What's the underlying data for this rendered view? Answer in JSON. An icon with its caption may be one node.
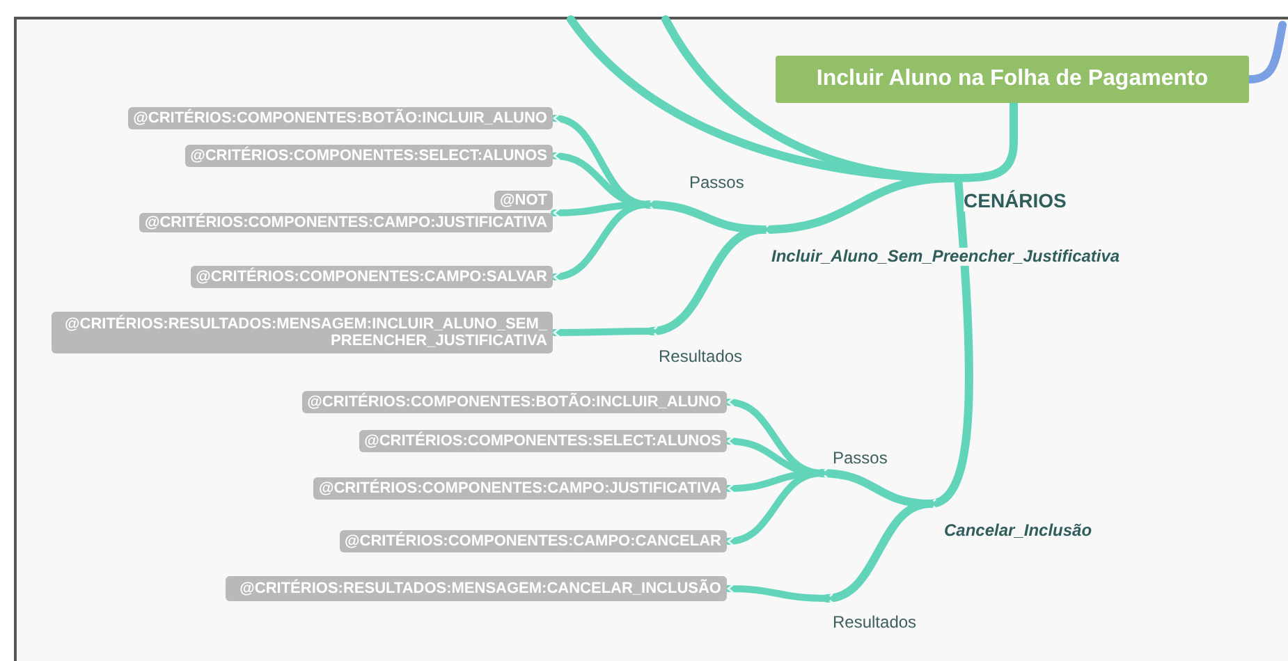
{
  "diagram": {
    "nodes": [
      {
        "text": [
          "Incluir Aluno na Folha de Pagamento"
        ]
      },
      {
        "text": [
          "CENÁRIOS"
        ]
      },
      {
        "text": [
          "Incluir_Aluno_Sem_Preencher_Justificativa"
        ]
      },
      {
        "text": [
          "Passos"
        ]
      },
      {
        "text": [
          "@CRITÉRIOS:COMPONENTES:BOTÃO:INCLUIR_ALUNO"
        ]
      },
      {
        "text": [
          "@CRITÉRIOS:COMPONENTES:SELECT:ALUNOS"
        ]
      },
      {
        "text": [
          "@NOT",
          "@CRITÉRIOS:COMPONENTES:CAMPO:JUSTIFICATIVA"
        ]
      },
      {
        "text": [
          "@CRITÉRIOS:COMPONENTES:CAMPO:SALVAR"
        ]
      },
      {
        "text": [
          "Resultados"
        ]
      },
      {
        "text": [
          "@CRITÉRIOS:RESULTADOS:MENSAGEM:INCLUIR_ALUNO_SEM_PREENCHER_JUSTIFICATIVA"
        ]
      },
      {
        "text": [
          "Cancelar_Inclusão"
        ]
      },
      {
        "text": [
          "Passos"
        ]
      },
      {
        "text": [
          "@CRITÉRIOS:COMPONENTES:BOTÃO:INCLUIR_ALUNO"
        ]
      },
      {
        "text": [
          "@CRITÉRIOS:COMPONENTES:SELECT:ALUNOS"
        ]
      },
      {
        "text": [
          "@CRITÉRIOS:COMPONENTES:CAMPO:JUSTIFICATIVA"
        ]
      },
      {
        "text": [
          "@CRITÉRIOS:COMPONENTES:CAMPO:CANCELAR"
        ]
      },
      {
        "text": [
          "Resultados"
        ]
      },
      {
        "text": [
          "@CRITÉRIOS:RESULTADOS:MENSAGEM:CANCELAR_INCLUSÃO"
        ]
      }
    ],
    "edges": [
      {
        "from": 0,
        "to": 1,
        "arrow": "to"
      },
      {
        "from": 1,
        "to": null,
        "arrow": "none"
      },
      {
        "from": 1,
        "to": null,
        "arrow": "none"
      },
      {
        "from": 0,
        "to": null,
        "arrow": "none",
        "color": "#7b9fe3"
      },
      {
        "from": 1,
        "to": 2,
        "arrow": "to"
      },
      {
        "from": 1,
        "to": 10,
        "arrow": "to"
      },
      {
        "from": 2,
        "to": 3,
        "arrow": "to"
      },
      {
        "from": 2,
        "to": 8,
        "arrow": "to"
      },
      {
        "from": 3,
        "to": 4,
        "arrow": "to"
      },
      {
        "from": 3,
        "to": 5,
        "arrow": "to"
      },
      {
        "from": 3,
        "to": 6,
        "arrow": "to"
      },
      {
        "from": 3,
        "to": 7,
        "arrow": "to"
      },
      {
        "from": 8,
        "to": 9,
        "arrow": "to"
      },
      {
        "from": 10,
        "to": 11,
        "arrow": "to"
      },
      {
        "from": 10,
        "to": 16,
        "arrow": "to"
      },
      {
        "from": 11,
        "to": 12,
        "arrow": "to"
      },
      {
        "from": 11,
        "to": 13,
        "arrow": "to"
      },
      {
        "from": 11,
        "to": 14,
        "arrow": "to"
      },
      {
        "from": 11,
        "to": 15,
        "arrow": "to"
      },
      {
        "from": 16,
        "to": 17,
        "arrow": "to"
      }
    ]
  }
}
